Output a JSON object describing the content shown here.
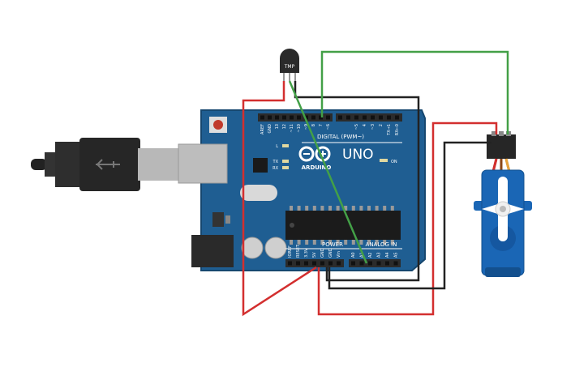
{
  "sensor": {
    "label": "TMP"
  },
  "board": {
    "brand": "ARDUINO",
    "model": "UNO",
    "digital_label": "DIGITAL (PWM~)",
    "analog_label": "ANALOG IN",
    "power_label": "POWER",
    "on_label": "ON",
    "led_labels": [
      "L",
      "TX",
      "RX"
    ],
    "top_pins": [
      "AREF",
      "GND",
      "13",
      "12",
      "~11",
      "~10",
      "~9",
      "8",
      "7",
      "~6",
      "~5",
      "4",
      "~3",
      "2",
      "TX→1",
      "RX←0"
    ],
    "power_pins": [
      "IOREF",
      "RESET",
      "3.3V",
      "5V",
      "GND",
      "GND",
      "Vin"
    ],
    "analog_pins": [
      "A0",
      "A1",
      "A2",
      "A3",
      "A4",
      "A5"
    ]
  },
  "colors": {
    "board": "#1f5e92",
    "board_edge": "#16476f",
    "header": "#2b2b2b",
    "wire_red": "#d32f2f",
    "wire_black": "#222222",
    "wire_green": "#43a047",
    "servo": "#1a66b5"
  }
}
